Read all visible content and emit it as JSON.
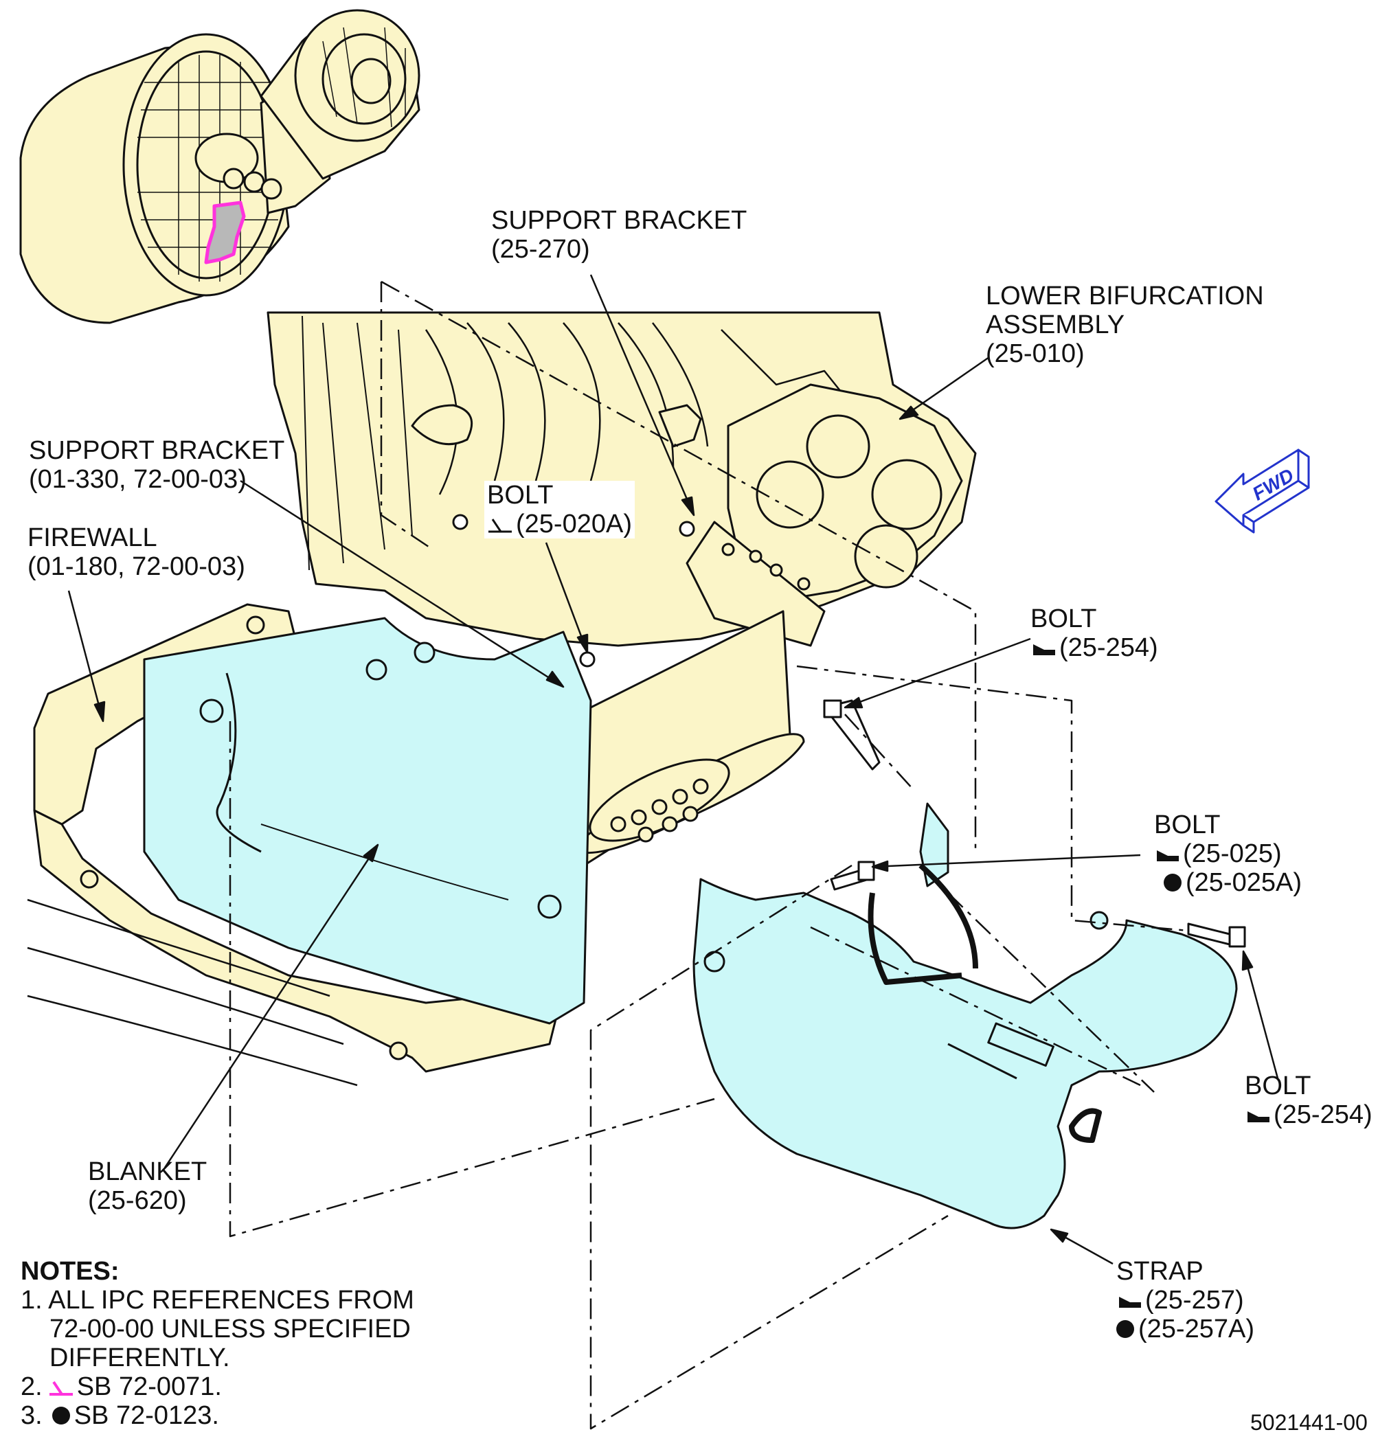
{
  "labels": {
    "support_bracket_top": {
      "title": "SUPPORT BRACKET",
      "ref": "(25-270)"
    },
    "lower_bifurcation": {
      "line1": "LOWER BIFURCATION",
      "line2": "ASSEMBLY",
      "ref": "(25-010)"
    },
    "support_bracket_left": {
      "title": "SUPPORT BRACKET",
      "ref": "(01-330, 72-00-03)"
    },
    "firewall": {
      "title": "FIREWALL",
      "ref": "(01-180, 72-00-03)"
    },
    "bolt_020a": {
      "title": "BOLT",
      "ref": "(25-020A)"
    },
    "bolt_254_top": {
      "title": "BOLT",
      "ref": "(25-254)"
    },
    "bolt_025": {
      "title": "BOLT",
      "ref1": "(25-025)",
      "ref2": "(25-025A)"
    },
    "bolt_254_right": {
      "title": "BOLT",
      "ref": "(25-254)"
    },
    "blanket": {
      "title": "BLANKET",
      "ref": "(25-620)"
    },
    "strap": {
      "title": "STRAP",
      "ref1": "(25-257)",
      "ref2": "(25-257A)"
    },
    "fwd": "FWD"
  },
  "notes": {
    "title": "NOTES:",
    "n1_l1": "1. ALL IPC REFERENCES FROM",
    "n1_l2": "72-00-00 UNLESS SPECIFIED",
    "n1_l3": "DIFFERENTLY.",
    "n2_num": "2.",
    "n2_text": "SB 72-0071.",
    "n3_num": "3.",
    "n3_text": "SB 72-0123."
  },
  "figure_number": "5021441-00",
  "colors": {
    "part_fill": "#fbf5c8",
    "highlight_fill": "#ccf8f8",
    "magenta": "#ff33dd",
    "fwd_blue": "#2233cc",
    "line": "#111111"
  }
}
